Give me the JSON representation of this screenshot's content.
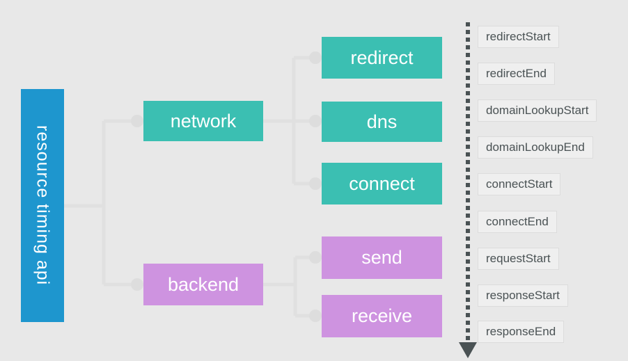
{
  "root": {
    "label": "resource timing api"
  },
  "groups": [
    {
      "label": "network",
      "children": [
        "redirect",
        "dns",
        "connect"
      ]
    },
    {
      "label": "backend",
      "children": [
        "send",
        "receive"
      ]
    }
  ],
  "timeline": {
    "labels": [
      "redirectStart",
      "redirectEnd",
      "domainLookupStart",
      "domainLookupEnd",
      "connectStart",
      "connectEnd",
      "requestStart",
      "responseStart",
      "responseEnd"
    ]
  },
  "colors": {
    "background": "#E8E8E8",
    "root_blue": "#1E96CE",
    "network_teal": "#3BBFB2",
    "backend_purple": "#CE93E0",
    "connector_gray": "#E0E0E0",
    "connector_dot_gray": "#DDDDDD",
    "timeline_dark": "#4A5254",
    "label_background": "#EFEFEF",
    "label_border": "#DCDCDC"
  }
}
